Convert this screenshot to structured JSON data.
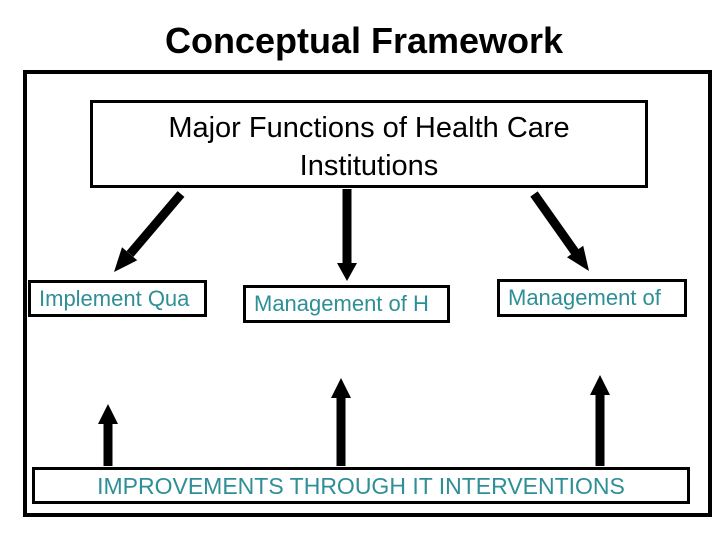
{
  "slide": {
    "title": "Conceptual Framework",
    "colors": {
      "accent_teal": "#2E8F96",
      "ink": "#000000",
      "background": "#FFFFFF"
    },
    "diagram": {
      "top_box": {
        "lines": [
          "Major Functions of Health Care",
          "Institutions"
        ]
      },
      "middle_boxes": [
        {
          "label": "Implement Qua"
        },
        {
          "label": "Management of H"
        },
        {
          "label": "Management of"
        }
      ],
      "bottom_box": {
        "label": "IMPROVEMENTS THROUGH IT INTERVENTIONS"
      },
      "arrows": {
        "top_to_middle": [
          "down-left-arrow-icon",
          "down-arrow-icon",
          "down-right-arrow-icon"
        ],
        "bottom_up": [
          "up-arrow-icon",
          "up-arrow-icon",
          "up-arrow-icon"
        ]
      }
    }
  }
}
